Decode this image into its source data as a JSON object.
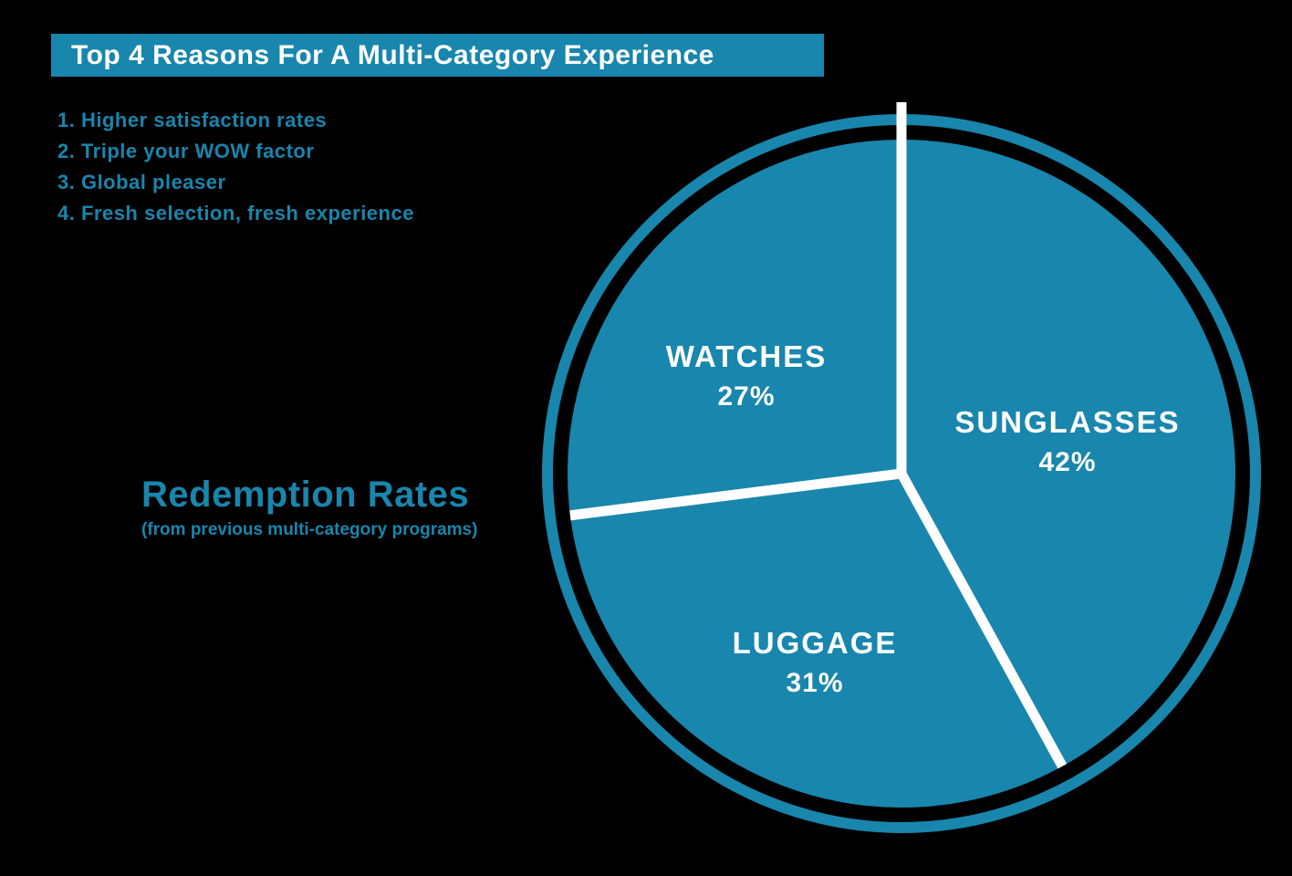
{
  "page": {
    "background": "#000000"
  },
  "header": {
    "title": "Top 4 Reasons For A Multi-Category Experience",
    "bg_color": "#1886ad",
    "text_color": "#ffffff"
  },
  "reasons": {
    "items": [
      "1. Higher satisfaction rates",
      "2. Triple your WOW factor",
      "3. Global pleaser",
      "4. Fresh selection, fresh experience"
    ],
    "text_color": "#1886ad"
  },
  "chart_data": {
    "type": "pie",
    "title": "Redemption Rates",
    "subtitle": "(from previous multi-category programs)",
    "unit": "%",
    "slices": [
      {
        "label": "SUNGLASSES",
        "value": 42,
        "display": "42%"
      },
      {
        "label": "LUGGAGE",
        "value": 31,
        "display": "31%"
      },
      {
        "label": "WATCHES",
        "value": 27,
        "display": "27%"
      }
    ],
    "start_angle_deg": 0,
    "direction": "clockwise",
    "legend_position": "none",
    "colors": {
      "fill": "#1886ad",
      "divider": "#ffffff",
      "ring": "#1886ad",
      "label_text": "#ffffff"
    }
  }
}
